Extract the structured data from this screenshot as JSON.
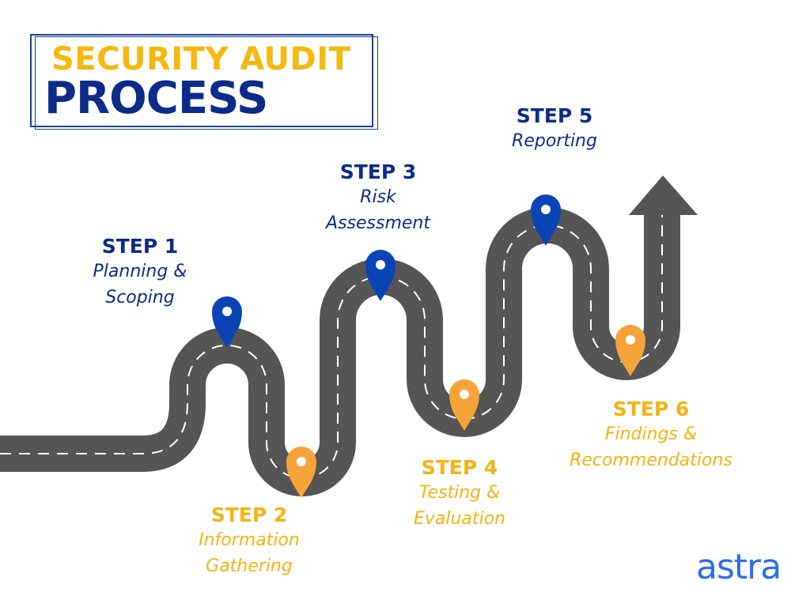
{
  "title": {
    "line1": "SECURITY AUDIT",
    "line2": "PROCESS"
  },
  "colors": {
    "road": "#555555",
    "road_dash": "#ffffff",
    "pin_blue": "#0b45b5",
    "pin_orange": "#f6a33a",
    "title_yellow": "#f6b80f",
    "title_navy": "#0b2c8a",
    "brand_blue": "#2e6cf0"
  },
  "steps": [
    {
      "num": "STEP 1",
      "name_lines": [
        "Planning &",
        "Scoping"
      ],
      "color": "blue"
    },
    {
      "num": "STEP 2",
      "name_lines": [
        "Information",
        "Gathering"
      ],
      "color": "orange"
    },
    {
      "num": "STEP 3",
      "name_lines": [
        "Risk",
        "Assessment"
      ],
      "color": "blue"
    },
    {
      "num": "STEP 4",
      "name_lines": [
        "Testing &",
        "Evaluation"
      ],
      "color": "orange"
    },
    {
      "num": "STEP 5",
      "name_lines": [
        "Reporting"
      ],
      "color": "blue"
    },
    {
      "num": "STEP 6",
      "name_lines": [
        "Findings &",
        "Recommendations"
      ],
      "color": "orange"
    }
  ],
  "brand": "astra"
}
